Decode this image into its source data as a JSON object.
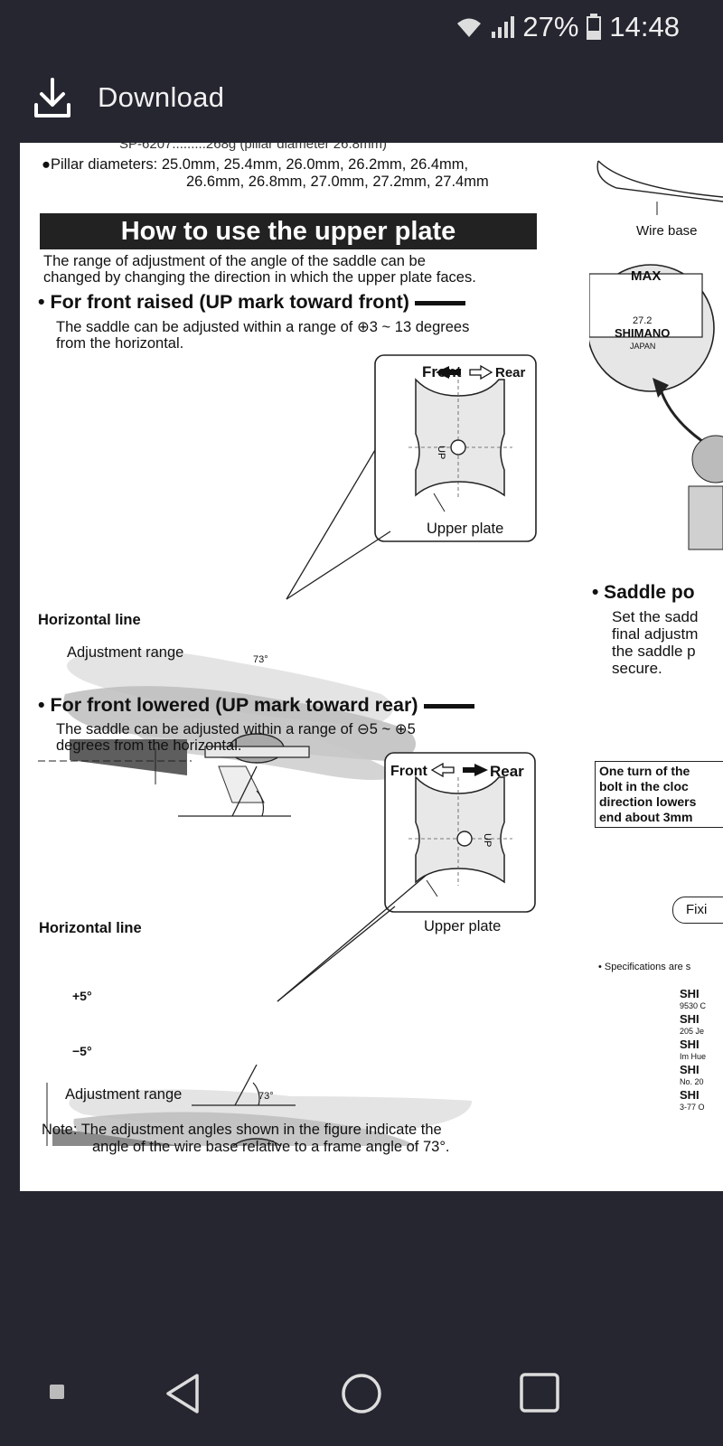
{
  "status": {
    "battery": "27%",
    "time": "14:48"
  },
  "appbar": {
    "title": "Download"
  },
  "doc": {
    "cut_line": "SP-6207.........268g (pillar diameter 26.8mm)",
    "pillar_line1": "●Pillar diameters: 25.0mm, 25.4mm, 26.0mm, 26.2mm, 26.4mm,",
    "pillar_line2": "26.6mm, 26.8mm, 27.0mm, 27.2mm, 27.4mm",
    "heading": "How to use the upper plate",
    "intro_line1": "The range of adjustment of the angle of the saddle can be",
    "intro_line2": "changed by changing the direction in which the upper plate faces.",
    "section1": {
      "title": "• For front raised (UP mark toward front)",
      "desc_line1": "The saddle can be adjusted within a range of ⊕3 ~ 13 degrees",
      "desc_line2": "from the horizontal.",
      "front": "Front",
      "rear": "Rear",
      "upper_plate": "Upper plate",
      "range": "+3~13",
      "horizontal_line": "Horizontal line",
      "adjustment_range": "Adjustment range",
      "angle": "73°"
    },
    "section2": {
      "title": "• For front lowered (UP mark toward rear)",
      "desc_line1": "The saddle can be adjusted within a range of ⊖5 ~ ⊕5",
      "desc_line2": "degrees from the horizontal.",
      "front": "Front",
      "rear": "Rear",
      "upper_plate": "Upper plate",
      "plus": "+5°",
      "minus": "−5°",
      "horizontal_line": "Horizontal line",
      "adjustment_range": "Adjustment range",
      "angle": "73°"
    },
    "note_line1": "Note: The adjustment angles shown in the figure indicate the",
    "note_line2": "angle of the wire base relative to a frame angle of 73°.",
    "right": {
      "wire_base": "Wire base",
      "max": "MAX",
      "size": "27.2",
      "brand": "SHIMANO",
      "japan": "JAPAN",
      "saddle_pos": "• Saddle po",
      "set_lines": [
        "Set the sadd",
        "final adjustm",
        "the saddle p",
        "secure."
      ],
      "turn_lines": [
        "One turn of the",
        "bolt in the cloc",
        "direction lowers",
        "end about 3mm"
      ],
      "fixing": "Fixi",
      "specs": "• Specifications are s",
      "companies": [
        "SHI",
        "SHI",
        "SHI",
        "SHI",
        "SHI"
      ],
      "addresses": [
        "9530 C",
        "205 Je",
        "Im Hue",
        "No. 20",
        "3-77 O"
      ]
    }
  }
}
